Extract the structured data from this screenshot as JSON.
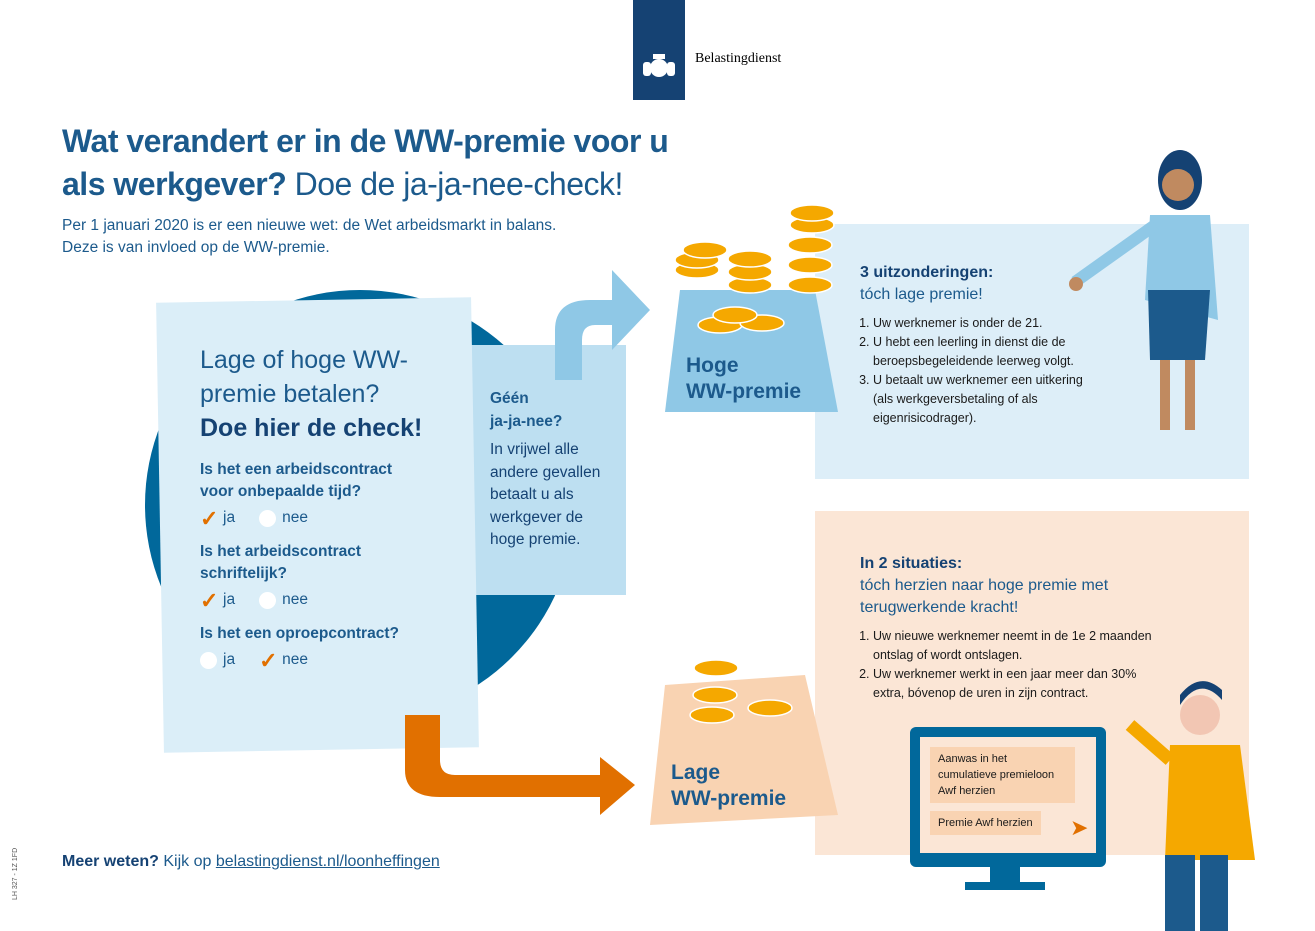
{
  "brand": {
    "name": "Belastingdienst"
  },
  "title": {
    "bold": "Wat verandert er in de WW-premie voor u als werkgever?",
    "light": "Doe de ja-ja-nee-check!"
  },
  "intro": [
    "Per 1 januari 2020 is er een nieuwe wet: de Wet arbeidsmarkt in balans.",
    "Deze is van invloed op de WW-premie."
  ],
  "check": {
    "heading_light": "Lage of hoge WW-premie betalen?",
    "heading_bold": "Doe hier de check!",
    "questions": [
      {
        "q": "Is het een arbeidscontract voor onbepaalde tijd?",
        "yes": "ja",
        "no": "nee",
        "answer": "ja"
      },
      {
        "q": "Is het arbeidscontract schriftelijk?",
        "yes": "ja",
        "no": "nee",
        "answer": "ja"
      },
      {
        "q": "Is het een oproepcontract?",
        "yes": "ja",
        "no": "nee",
        "answer": "nee"
      }
    ]
  },
  "note": {
    "heading1": "Géén",
    "heading2": "ja-ja-nee?",
    "text": "In vrijwel alle andere gevallen betaalt u als werkgever de hoge premie."
  },
  "hoge": {
    "label1": "Hoge",
    "label2": "WW-premie",
    "box_h1": "3 uitzonderingen:",
    "box_h2": "tóch lage premie!",
    "items": [
      "Uw werknemer is onder de 21.",
      "U hebt een leerling in dienst die de beroepsbegeleidende leerweg volgt.",
      "U betaalt uw werknemer een uitkering (als werkgeversbetaling of als eigenrisicodrager)."
    ]
  },
  "lage": {
    "label1": "Lage",
    "label2": "WW-premie",
    "box_h1": "In 2 situaties:",
    "box_h2": "tóch herzien naar hoge premie met terugwerkende kracht!",
    "items": [
      "Uw nieuwe werknemer neemt in de 1e 2 maanden ontslag of wordt ontslagen.",
      "Uw werknemer werkt in een jaar meer dan 30% extra, bóvenop de uren in zijn contract."
    ],
    "screen_buttons": [
      "Aanwas in het cumulatieve premieloon Awf herzien",
      "Premie Awf herzien"
    ]
  },
  "footer": {
    "prefix": "Meer weten?",
    "text": "Kijk op",
    "link": "belastingdienst.nl/loonheffingen"
  },
  "code": "LH 327 - 1Z 1FD",
  "colors": {
    "blue": "#154273",
    "accent": "#01689b",
    "orange": "#e17000",
    "light_blue": "#ddeef8",
    "peach": "#fbe6d6"
  }
}
